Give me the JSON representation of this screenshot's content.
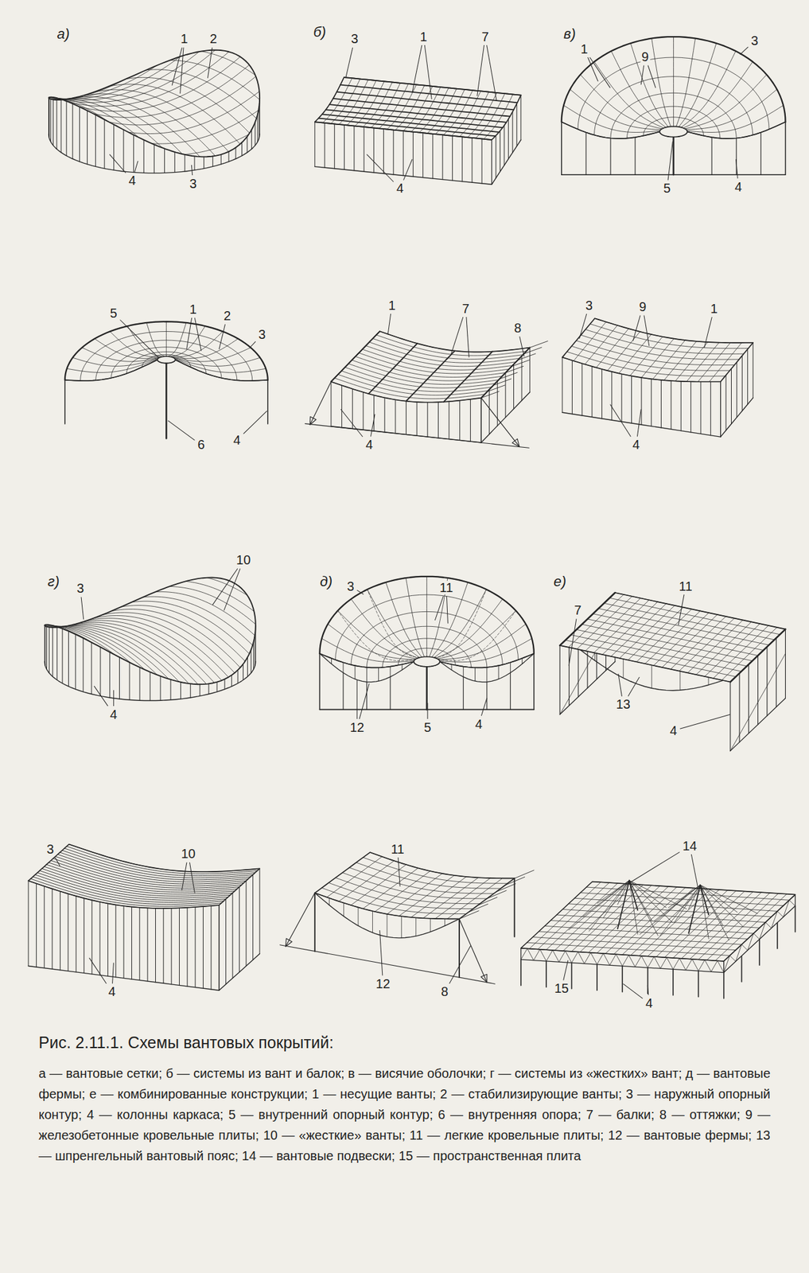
{
  "diagram": {
    "caption": "Рис. 2.11.1. Схемы вантовых покрытий:",
    "labels": [
      "а)",
      "1",
      "2",
      "б)",
      "3",
      "1",
      "7",
      "в)",
      "1",
      "9",
      "3",
      "4",
      "3",
      "4",
      "5",
      "4",
      "5",
      "1",
      "2",
      "3",
      "1",
      "7",
      "8",
      "3",
      "9",
      "1",
      "6",
      "4",
      "4",
      "4",
      "г)",
      "3",
      "10",
      "д)",
      "3",
      "11",
      "е)",
      "11",
      "7",
      "4",
      "12",
      "5",
      "4",
      "13",
      "4",
      "14",
      "3",
      "10",
      "11",
      "12",
      "8",
      "4",
      "15",
      "4",
      "а — вантовые сетки;",
      "б — системы из вант и балок;",
      "в — висячие оболочки;",
      "г — системы из «жестких» вант;",
      "д — вантовые фермы;",
      "е — комбинированные конструкции;",
      "1 — несущие ванты;",
      "2 — стабилизирующие ванты;",
      "3 — наружный опорный контур;",
      "4 — колонны каркаса;",
      "5 — внутренний опорный контур;",
      "6 — внутренняя опора;",
      "7 — балки;",
      "8 — оттяжки;",
      "9 — железобетонные кровельные плиты;",
      "10 — «жесткие» ванты;",
      "11 — легкие кровельные плиты;",
      "12 — вантовые фермы;",
      "13 — шпренгельный вантовый пояс;",
      "14 — вантовые подвески;",
      "15 — пространственная плита"
    ]
  }
}
